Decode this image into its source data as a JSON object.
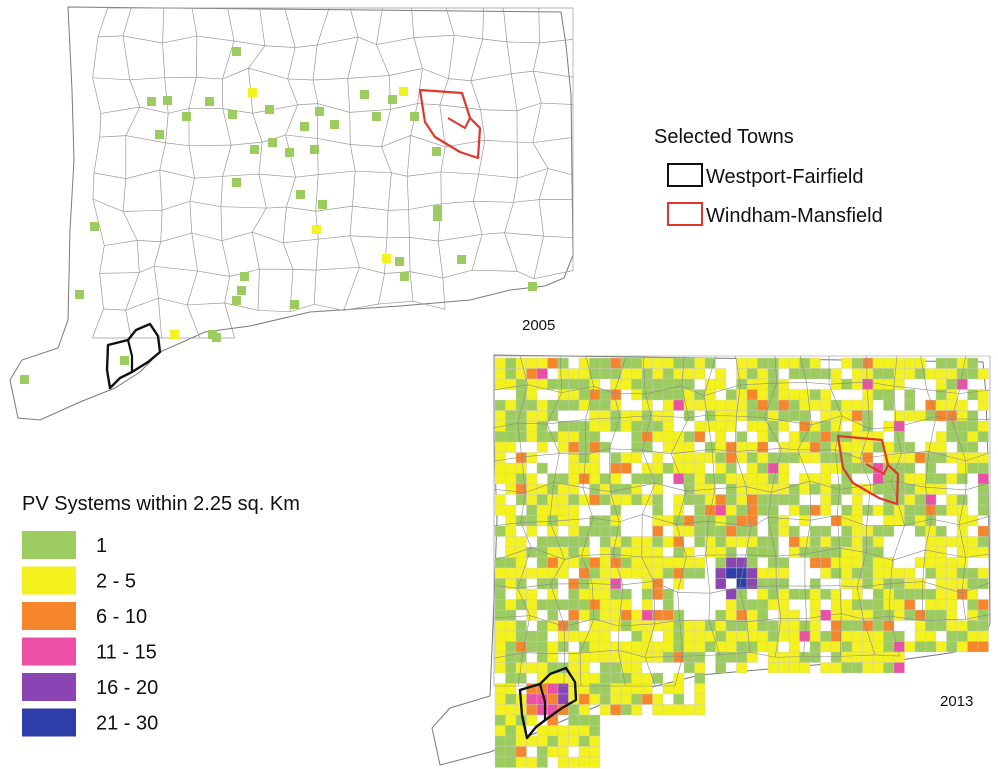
{
  "maps": [
    {
      "id": "map-2005",
      "year_label": "2005"
    },
    {
      "id": "map-2013",
      "year_label": "2013"
    }
  ],
  "selected_towns_legend": {
    "title": "Selected Towns",
    "items": [
      {
        "label": "Westport-Fairfield",
        "color": "#111111"
      },
      {
        "label": "Windham-Mansfield",
        "color": "#e0362c"
      }
    ]
  },
  "pv_legend": {
    "title": "PV Systems within 2.25 sq. Km",
    "classes": [
      {
        "label": "1",
        "min": 1,
        "max": 1,
        "color": "#9ccc5f"
      },
      {
        "label": "2 - 5",
        "min": 2,
        "max": 5,
        "color": "#f4f21e"
      },
      {
        "label": "6 - 10",
        "min": 6,
        "max": 10,
        "color": "#f5862b"
      },
      {
        "label": "11 - 15",
        "min": 11,
        "max": 15,
        "color": "#ec4fa6"
      },
      {
        "label": "16 - 20",
        "min": 16,
        "max": 20,
        "color": "#8a45b3"
      },
      {
        "label": "21 - 30",
        "min": 21,
        "max": 30,
        "color": "#2f3da8"
      }
    ]
  }
}
